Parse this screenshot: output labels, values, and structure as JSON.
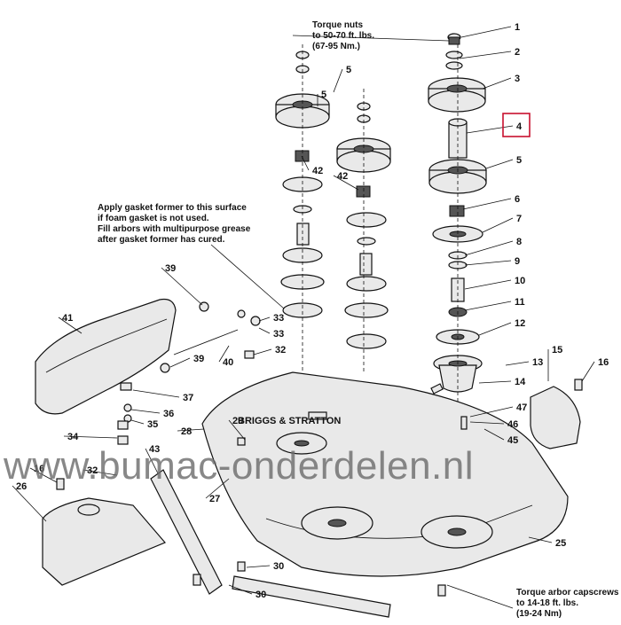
{
  "notes": {
    "torque_nuts": [
      "Torque nuts",
      "to 50-70 ft. lbs.",
      "(67-95 Nm.)"
    ],
    "gasket": [
      "Apply gasket former to this surface",
      "if foam gasket is not used.",
      "Fill arbors with multipurpose grease",
      "after gasket former has cured."
    ],
    "torque_arbor": [
      "Torque arbor capscrews",
      "to 14-18 ft. lbs.",
      "(19-24 Nm)"
    ]
  },
  "callouts": [
    "1",
    "2",
    "3",
    "4",
    "5",
    "5",
    "5",
    "6",
    "7",
    "8",
    "9",
    "10",
    "11",
    "12",
    "13",
    "14",
    "15",
    "16",
    "16",
    "25",
    "26",
    "27",
    "28",
    "29",
    "30",
    "30",
    "32",
    "32",
    "33",
    "33",
    "34",
    "35",
    "36",
    "37",
    "39",
    "39",
    "40",
    "41",
    "42",
    "42",
    "43",
    "45",
    "46",
    "47"
  ],
  "highlighted_callout": "4",
  "watermark": "www.bumac-onderdelen.nl",
  "embossed_logo": "BRIGGS & STRATTON",
  "colors": {
    "highlight": "#c8102e",
    "watermark": "#6b6b6b"
  }
}
